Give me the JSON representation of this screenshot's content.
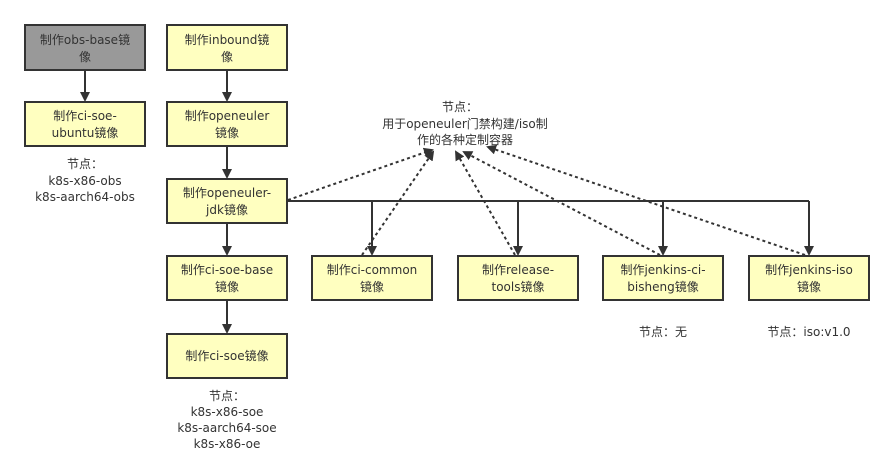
{
  "nodes": {
    "obs_base": [
      "制作obs-base镜",
      "像"
    ],
    "ci_soe_ubuntu": [
      "制作ci-soe-",
      "ubuntu镜像"
    ],
    "inbound": [
      "制作inbound镜",
      "像"
    ],
    "openeuler": [
      "制作openeuler",
      "镜像"
    ],
    "openeuler_jdk": [
      "制作openeuler-",
      "jdk镜像"
    ],
    "ci_soe_base": [
      "制作ci-soe-base",
      "镜像"
    ],
    "ci_soe": [
      "制作ci-soe镜像"
    ],
    "ci_common": [
      "制作ci-common",
      "镜像"
    ],
    "release_tools": [
      "制作release-",
      "tools镜像"
    ],
    "jenkins_ci_bisheng": [
      "制作jenkins-ci-",
      "bisheng镜像"
    ],
    "jenkins_iso": [
      "制作jenkins-iso",
      "镜像"
    ]
  },
  "notes": {
    "obs": [
      "节点：",
      "k8s-x86-obs",
      "k8s-aarch64-obs"
    ],
    "custom": [
      "节点：",
      "用于openeuler门禁构建/iso制",
      "作的各种定制容器"
    ],
    "soe": [
      "节点：",
      "k8s-x86-soe",
      "k8s-aarch64-soe",
      "k8s-x86-oe"
    ],
    "bisheng": [
      "节点：无"
    ],
    "iso": [
      "节点：iso:v1.0"
    ]
  },
  "colors": {
    "node_fill": "#ffffc0",
    "base_fill": "#999999",
    "stroke": "#333333"
  }
}
